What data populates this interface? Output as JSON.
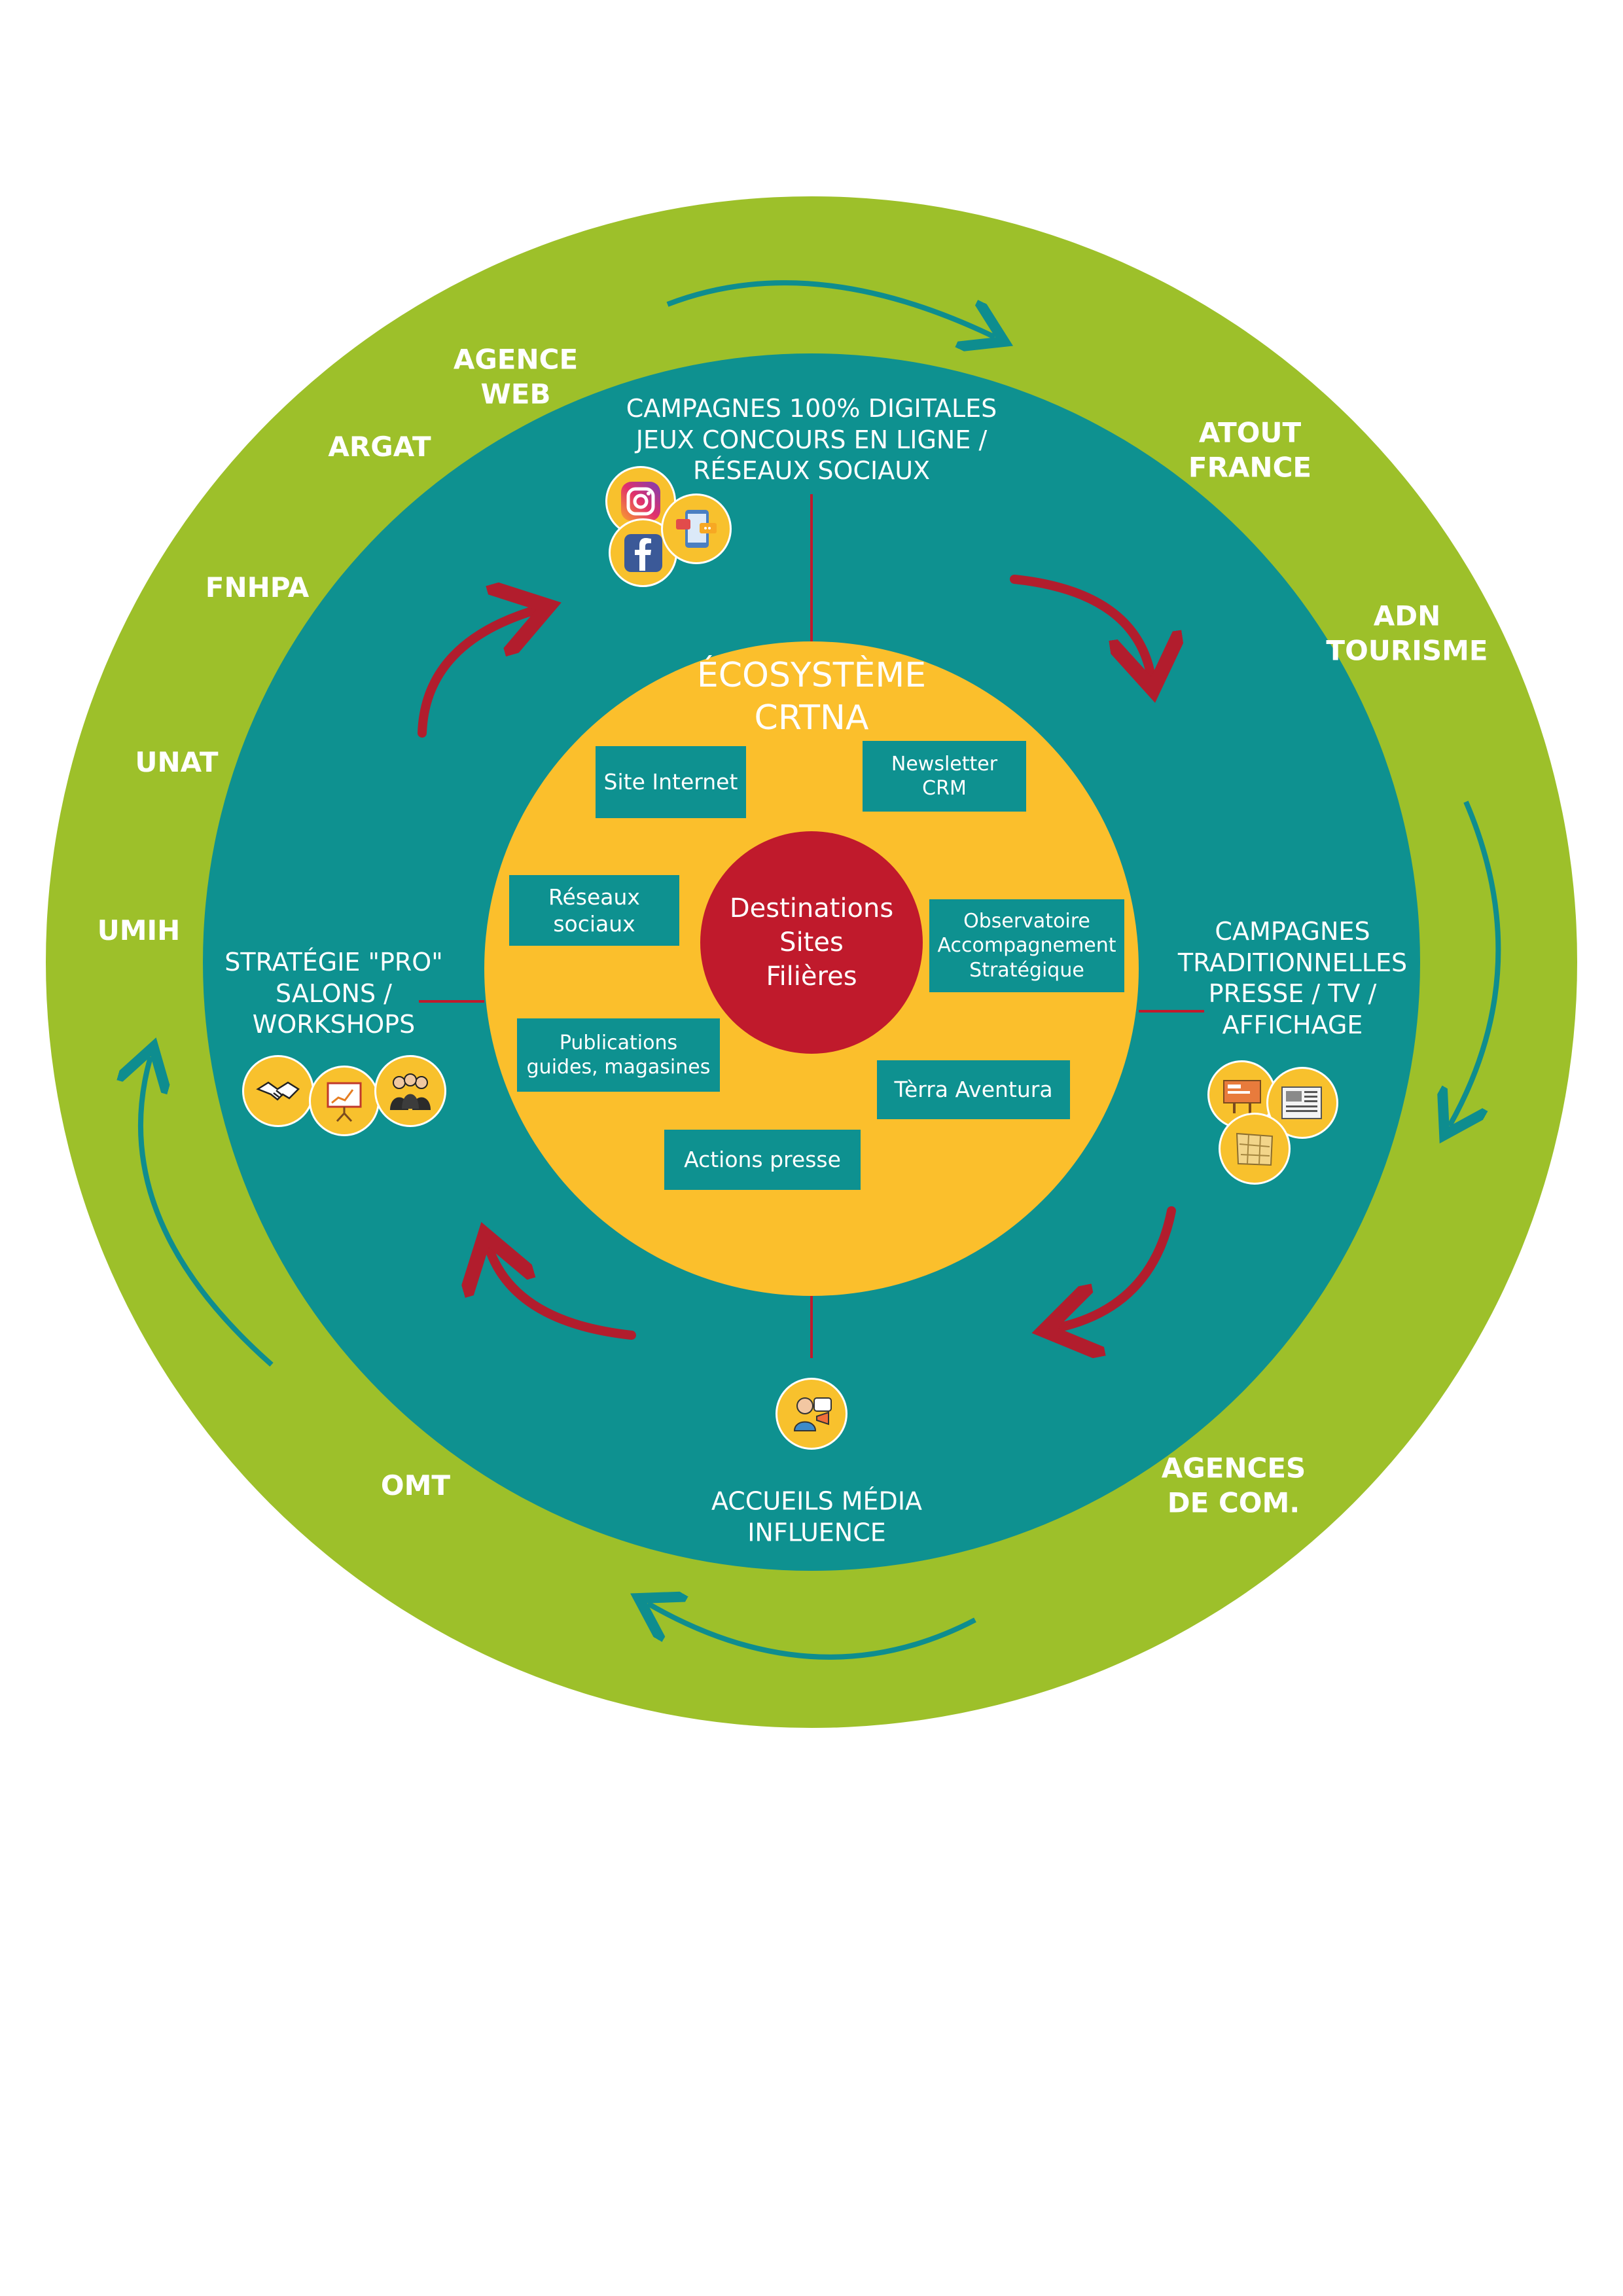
{
  "diagram": {
    "center": {
      "lines": [
        "Destinations",
        "Sites",
        "Filières"
      ]
    },
    "ecosystem": {
      "lines": [
        "ÉCOSYSTÈME",
        "CRTNA"
      ]
    },
    "ecosystem_boxes": [
      {
        "id": "site",
        "lines": [
          "Site Internet"
        ]
      },
      {
        "id": "newsletter",
        "lines": [
          "Newsletter",
          "CRM"
        ]
      },
      {
        "id": "reseaux",
        "lines": [
          "Réseaux",
          "sociaux"
        ]
      },
      {
        "id": "observatoire",
        "lines": [
          "Observatoire",
          "Accompagnement",
          "Stratégique"
        ]
      },
      {
        "id": "publications",
        "lines": [
          "Publications",
          "guides, magasines"
        ]
      },
      {
        "id": "terra",
        "lines": [
          "Tèrra Aventura"
        ]
      },
      {
        "id": "presse",
        "lines": [
          "Actions presse"
        ]
      }
    ],
    "channels": [
      {
        "id": "digital",
        "lines": [
          "CAMPAGNES 100% DIGITALES",
          "JEUX CONCOURS EN LIGNE /",
          "RÉSEAUX SOCIAUX"
        ],
        "icons": [
          "instagram-icon",
          "facebook-icon",
          "social-chat-icon"
        ]
      },
      {
        "id": "traditional",
        "lines": [
          "CAMPAGNES",
          "TRADITIONNELLES",
          "PRESSE / TV /",
          "AFFICHAGE"
        ],
        "icons": [
          "billboard-icon",
          "newspaper-icon",
          "map-icon"
        ]
      },
      {
        "id": "media",
        "lines": [
          "ACCUEILS MÉDIA",
          "INFLUENCE"
        ],
        "icons": [
          "influencer-icon"
        ]
      },
      {
        "id": "pro",
        "lines": [
          "STRATÉGIE \"PRO\"",
          "SALONS /",
          "WORKSHOPS"
        ],
        "icons": [
          "handshake-icon",
          "presentation-icon",
          "business-people-icon"
        ]
      }
    ],
    "partners": [
      {
        "id": "agence-web",
        "lines": [
          "AGENCE",
          "WEB"
        ]
      },
      {
        "id": "argat",
        "lines": [
          "ARGAT"
        ]
      },
      {
        "id": "fnhpa",
        "lines": [
          "FNHPA"
        ]
      },
      {
        "id": "unat",
        "lines": [
          "UNAT"
        ]
      },
      {
        "id": "umih",
        "lines": [
          "UMIH"
        ]
      },
      {
        "id": "omt",
        "lines": [
          "OMT"
        ]
      },
      {
        "id": "agences-com",
        "lines": [
          "AGENCES",
          "DE COM."
        ]
      },
      {
        "id": "adn",
        "lines": [
          "ADN",
          "TOURISME"
        ]
      },
      {
        "id": "atout",
        "lines": [
          "ATOUT",
          "FRANCE"
        ]
      }
    ],
    "colors": {
      "outer_ring": "#9dc02a",
      "middle_ring": "#0e9190",
      "inner_circle": "#fbbf2c",
      "center": "#c01a2c",
      "teal_arrow": "#0e8d8f",
      "red_arrow": "#b21d2d"
    }
  }
}
